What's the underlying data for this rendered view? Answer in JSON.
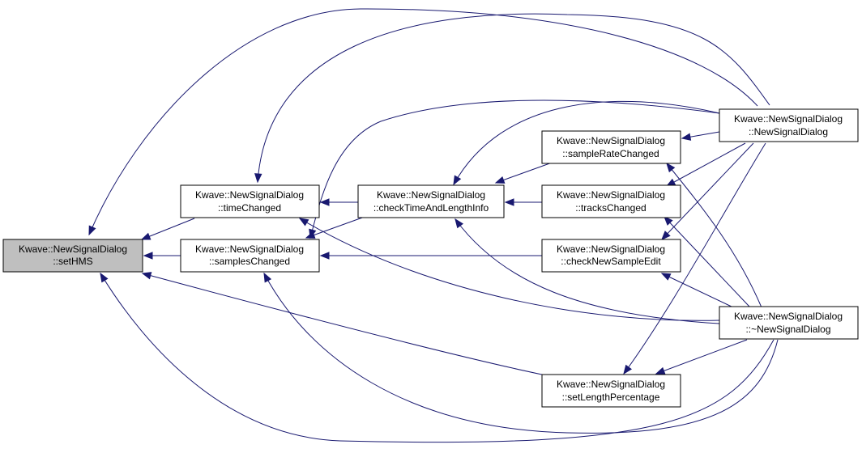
{
  "colors": {
    "edge": "#191970",
    "node_fill": "#ffffff",
    "node_highlight_fill": "#bfbfbf",
    "node_border": "#000000"
  },
  "nodes": [
    {
      "id": "setHMS",
      "line1": "Kwave::NewSignalDialog",
      "line2": "::setHMS",
      "highlight": true
    },
    {
      "id": "timeChanged",
      "line1": "Kwave::NewSignalDialog",
      "line2": "::timeChanged"
    },
    {
      "id": "samplesChanged",
      "line1": "Kwave::NewSignalDialog",
      "line2": "::samplesChanged"
    },
    {
      "id": "checkTimeAndLengthInfo",
      "line1": "Kwave::NewSignalDialog",
      "line2": "::checkTimeAndLengthInfo"
    },
    {
      "id": "sampleRateChanged",
      "line1": "Kwave::NewSignalDialog",
      "line2": "::sampleRateChanged"
    },
    {
      "id": "tracksChanged",
      "line1": "Kwave::NewSignalDialog",
      "line2": "::tracksChanged"
    },
    {
      "id": "checkNewSampleEdit",
      "line1": "Kwave::NewSignalDialog",
      "line2": "::checkNewSampleEdit"
    },
    {
      "id": "setLengthPercentage",
      "line1": "Kwave::NewSignalDialog",
      "line2": "::setLengthPercentage"
    },
    {
      "id": "NewSignalDialog",
      "line1": "Kwave::NewSignalDialog",
      "line2": "::NewSignalDialog"
    },
    {
      "id": "dtor",
      "line1": "Kwave::NewSignalDialog",
      "line2": "::~NewSignalDialog"
    }
  ],
  "edges": [
    {
      "from": "timeChanged",
      "to": "setHMS"
    },
    {
      "from": "samplesChanged",
      "to": "setHMS"
    },
    {
      "from": "setLengthPercentage",
      "to": "setHMS"
    },
    {
      "from": "NewSignalDialog",
      "to": "setHMS"
    },
    {
      "from": "dtor",
      "to": "setHMS"
    },
    {
      "from": "checkTimeAndLengthInfo",
      "to": "timeChanged"
    },
    {
      "from": "NewSignalDialog",
      "to": "timeChanged"
    },
    {
      "from": "dtor",
      "to": "timeChanged"
    },
    {
      "from": "checkTimeAndLengthInfo",
      "to": "samplesChanged"
    },
    {
      "from": "checkNewSampleEdit",
      "to": "samplesChanged"
    },
    {
      "from": "NewSignalDialog",
      "to": "samplesChanged"
    },
    {
      "from": "dtor",
      "to": "samplesChanged"
    },
    {
      "from": "sampleRateChanged",
      "to": "checkTimeAndLengthInfo"
    },
    {
      "from": "tracksChanged",
      "to": "checkTimeAndLengthInfo"
    },
    {
      "from": "NewSignalDialog",
      "to": "checkTimeAndLengthInfo"
    },
    {
      "from": "dtor",
      "to": "checkTimeAndLengthInfo"
    },
    {
      "from": "NewSignalDialog",
      "to": "sampleRateChanged"
    },
    {
      "from": "dtor",
      "to": "sampleRateChanged"
    },
    {
      "from": "NewSignalDialog",
      "to": "tracksChanged"
    },
    {
      "from": "dtor",
      "to": "tracksChanged"
    },
    {
      "from": "NewSignalDialog",
      "to": "checkNewSampleEdit"
    },
    {
      "from": "dtor",
      "to": "checkNewSampleEdit"
    },
    {
      "from": "NewSignalDialog",
      "to": "setLengthPercentage"
    },
    {
      "from": "dtor",
      "to": "setLengthPercentage"
    }
  ]
}
